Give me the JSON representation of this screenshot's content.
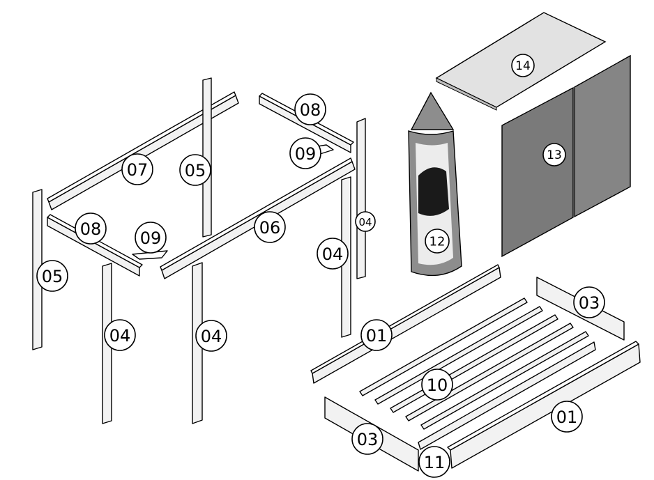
{
  "labels": {
    "p01a": "01",
    "p01b": "01",
    "p03a": "03",
    "p03b": "03",
    "p04a": "04",
    "p04b": "04",
    "p04c": "04",
    "p04d": "04",
    "p05a": "05",
    "p05b": "05",
    "p06": "06",
    "p07": "07",
    "p08a": "08",
    "p08b": "08",
    "p09a": "09",
    "p09b": "09",
    "p10": "10",
    "p11": "11",
    "p12": "12",
    "p13": "13",
    "p14": "14"
  },
  "colors": {
    "outline": "#000000",
    "board_fill": "#f2f2f2",
    "cabinet_fill": "#7a7a7a",
    "cabinet_side": "#8a8a8a",
    "lid_fill": "#e2e2e2",
    "feeder_fill": "#8d8d8d",
    "feeder_highlight": "#ececec",
    "mesh_fill": "#1a1a1a"
  }
}
